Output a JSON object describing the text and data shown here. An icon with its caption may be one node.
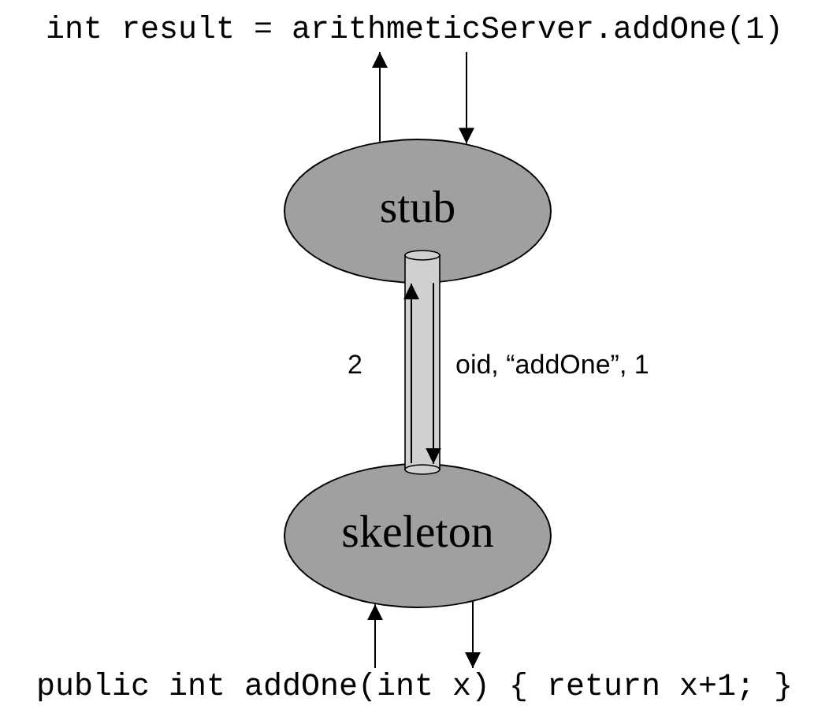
{
  "diagram": {
    "nodes": [
      {
        "text": [
          "int result = arithmeticServer.addOne(1)"
        ]
      },
      {
        "text": [
          "stub"
        ]
      },
      {
        "text": [
          "skeleton"
        ]
      },
      {
        "text": [
          "public int addOne(int x) { return x+1; }"
        ]
      }
    ],
    "edges": [
      {
        "from": 1,
        "to": 0,
        "arrow": "to"
      },
      {
        "from": 0,
        "to": 1,
        "arrow": "to"
      },
      {
        "from": 2,
        "to": 1,
        "arrow": "to",
        "label": "2"
      },
      {
        "from": 1,
        "to": 2,
        "arrow": "to",
        "label": "oid, “addOne”, 1"
      },
      {
        "from": 3,
        "to": 2,
        "arrow": "to"
      },
      {
        "from": 2,
        "to": 3,
        "arrow": "to"
      }
    ]
  }
}
